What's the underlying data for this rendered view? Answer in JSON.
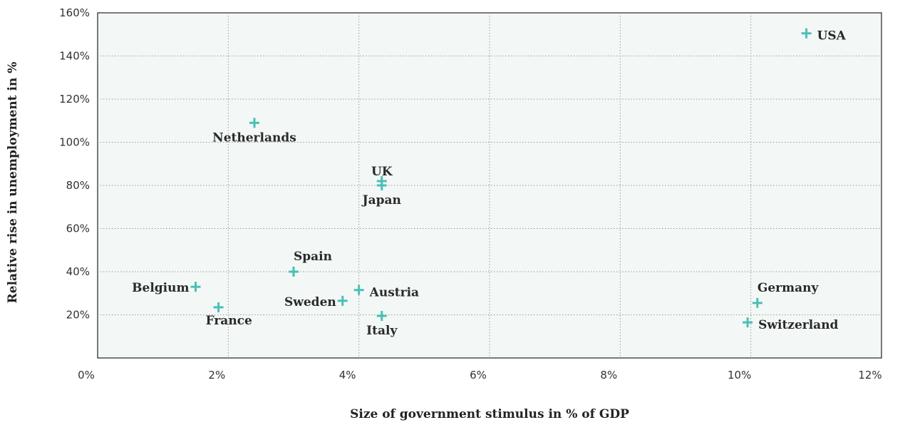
{
  "chart_data": {
    "type": "scatter",
    "title": "",
    "xlabel": "Size of government stimulus in % of GDP",
    "ylabel": "Relative rise in unemployment in %",
    "xlim": [
      0,
      12
    ],
    "ylim": [
      0,
      160
    ],
    "x_ticks": [
      {
        "value": 0,
        "label": "0%"
      },
      {
        "value": 2,
        "label": "2%"
      },
      {
        "value": 4,
        "label": "4%"
      },
      {
        "value": 6,
        "label": "6%"
      },
      {
        "value": 8,
        "label": "8%"
      },
      {
        "value": 10,
        "label": "10%"
      },
      {
        "value": 12,
        "label": "12%"
      }
    ],
    "y_ticks": [
      {
        "value": 20,
        "label": "20%"
      },
      {
        "value": 40,
        "label": "40%"
      },
      {
        "value": 60,
        "label": "60%"
      },
      {
        "value": 80,
        "label": "80%"
      },
      {
        "value": 100,
        "label": "100%"
      },
      {
        "value": 120,
        "label": "120%"
      },
      {
        "value": 140,
        "label": "140%"
      },
      {
        "value": 160,
        "label": "160%"
      }
    ],
    "grid": true,
    "marker_color": "#4cbfb4",
    "plot_background": "#f3f8f7",
    "points": [
      {
        "label": "USA",
        "x": 10.85,
        "y": 150.5,
        "label_pos": "right"
      },
      {
        "label": "Netherlands",
        "x": 2.4,
        "y": 109,
        "label_pos": "below"
      },
      {
        "label": "UK",
        "x": 4.35,
        "y": 82,
        "label_pos": "above"
      },
      {
        "label": "Japan",
        "x": 4.35,
        "y": 80,
        "label_pos": "below"
      },
      {
        "label": "Spain",
        "x": 3.0,
        "y": 40,
        "label_pos": "above-right"
      },
      {
        "label": "Belgium",
        "x": 1.5,
        "y": 33,
        "label_pos": "left"
      },
      {
        "label": "France",
        "x": 1.85,
        "y": 23.5,
        "label_pos": "below-right"
      },
      {
        "label": "Sweden",
        "x": 3.75,
        "y": 26.5,
        "label_pos": "left"
      },
      {
        "label": "Austria",
        "x": 4.0,
        "y": 31.5,
        "label_pos": "right"
      },
      {
        "label": "Italy",
        "x": 4.35,
        "y": 19.5,
        "label_pos": "below"
      },
      {
        "label": "Germany",
        "x": 10.1,
        "y": 25.5,
        "label_pos": "above-right"
      },
      {
        "label": "Switzerland",
        "x": 9.95,
        "y": 16.5,
        "label_pos": "right"
      }
    ]
  }
}
